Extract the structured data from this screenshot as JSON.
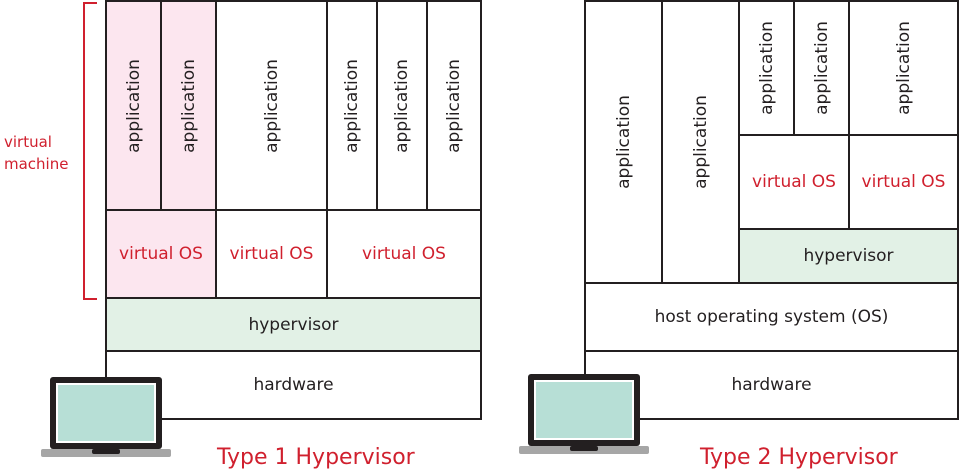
{
  "colors": {
    "accent_red": "#d0202e",
    "vm_pink": "#fce6ef",
    "hypervisor_green": "#e2f1e6",
    "screen_teal": "#b7dfd6",
    "line": "#231f20"
  },
  "type1": {
    "title": "Type 1 Hypervisor",
    "bracket_label": "virtual\nmachine",
    "bracket_label_lines": [
      "virtual",
      "machine"
    ],
    "applications": [
      "application",
      "application",
      "application",
      "application",
      "application",
      "application"
    ],
    "virtual_os": [
      "virtual OS",
      "virtual OS",
      "virtual OS"
    ],
    "hypervisor": "hypervisor",
    "hardware": "hardware",
    "laptop_icon": "laptop-icon"
  },
  "type2": {
    "title": "Type 2 Hypervisor",
    "host_applications": [
      "application",
      "application"
    ],
    "guest_applications": [
      "application",
      "application",
      "application"
    ],
    "virtual_os": [
      "virtual OS",
      "virtual OS"
    ],
    "hypervisor": "hypervisor",
    "host_os": "host operating system (OS)",
    "hardware": "hardware",
    "laptop_icon": "laptop-icon"
  }
}
